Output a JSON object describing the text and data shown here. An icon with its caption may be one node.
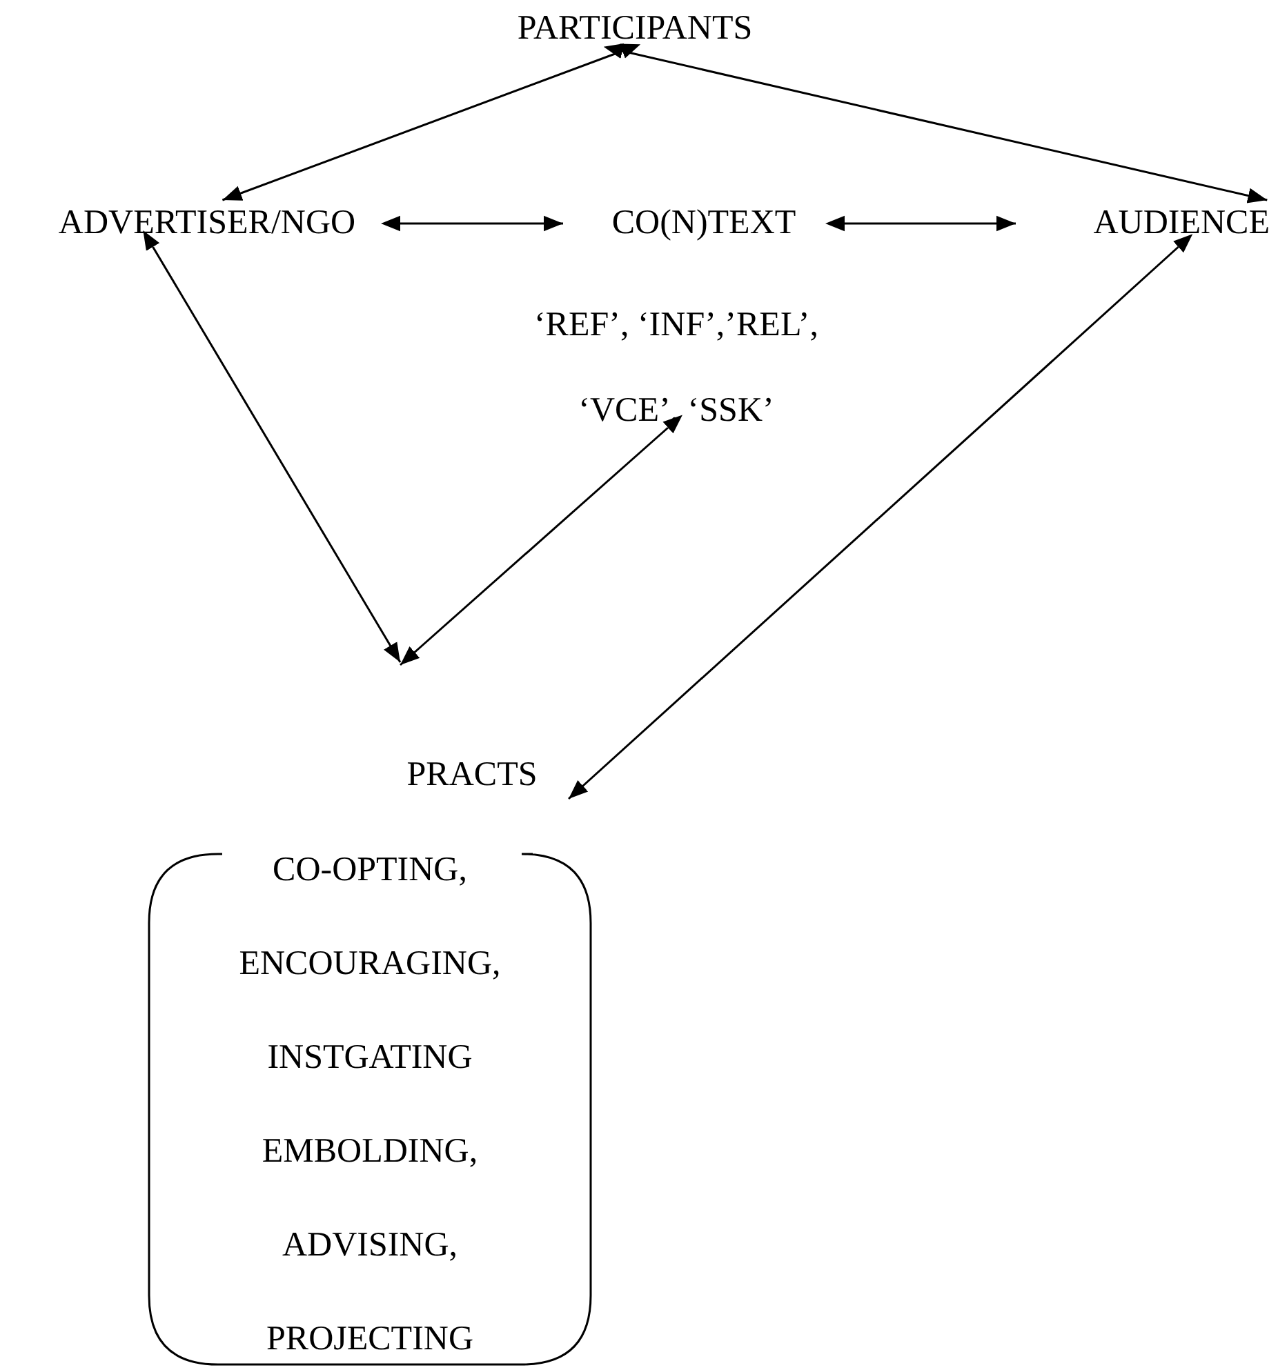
{
  "diagram": {
    "nodes": [
      {
        "text": [
          "PARTICIPANTS"
        ]
      },
      {
        "text": [
          "ADVERTISER/NGO"
        ]
      },
      {
        "text": [
          "CO(N)TEXT"
        ]
      },
      {
        "text": [
          "AUDIENCE"
        ]
      },
      {
        "text": [
          "‘REF’, ‘INF’,’REL’, ‘VCE’, ‘SSK’"
        ]
      },
      {
        "text": [
          "PRACTS"
        ]
      },
      {
        "text": [
          "CO-OPTING,",
          "ENCOURAGING,",
          "INSTGATING",
          "EMBOLDING,",
          "ADVISING,",
          "PROJECTING"
        ]
      }
    ],
    "edges": [
      {
        "from": 0,
        "to": 1,
        "arrow": "both"
      },
      {
        "from": 0,
        "to": 3,
        "arrow": "both"
      },
      {
        "from": 1,
        "to": 2,
        "arrow": "both"
      },
      {
        "from": 2,
        "to": 3,
        "arrow": "both"
      },
      {
        "from": 1,
        "to": null,
        "arrow": "both"
      },
      {
        "from": 4,
        "to": null,
        "arrow": "both"
      },
      {
        "from": 3,
        "to": 5,
        "arrow": "both"
      }
    ]
  }
}
